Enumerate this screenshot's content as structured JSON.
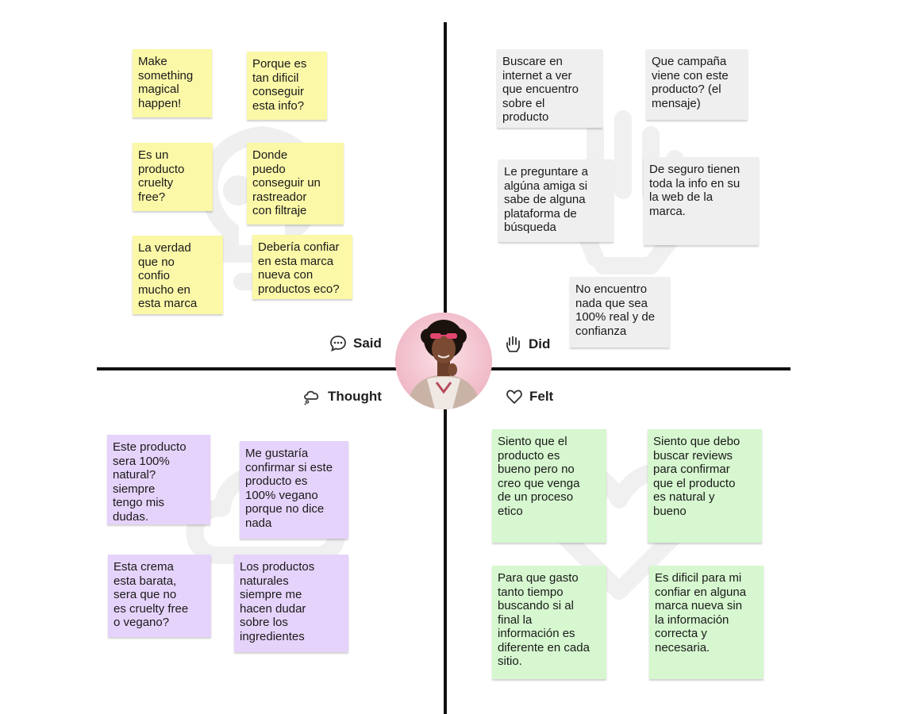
{
  "quadrants": {
    "said": {
      "label": "Said",
      "icon": "speech-bubble-icon",
      "color": "#fbf8a8"
    },
    "did": {
      "label": "Did",
      "icon": "hand-icon",
      "color": "#efefef"
    },
    "thought": {
      "label": "Thought",
      "icon": "thought-cloud-icon",
      "color": "#e6d3fb"
    },
    "felt": {
      "label": "Felt",
      "icon": "heart-icon",
      "color": "#d6f7cf"
    }
  },
  "notes": {
    "said": [
      "Make\nsomething\nmagical\nhappen!",
      "Porque es\ntan dificil\nconseguir\nesta info?",
      "Es un\nproducto\ncruelty\nfree?",
      "Donde\npuedo\nconseguir un\nrastreador\ncon filtraje",
      "La verdad\nque no\nconfio\nmucho en\nesta marca",
      "Debería confiar\nen esta marca\nnueva con\nproductos eco?"
    ],
    "did": [
      "Buscare en\ninternet a ver\nque encuentro\nsobre el\nproducto",
      "Que campaña\nviene con este\nproducto? (el\nmensaje)",
      "Le preguntare a\nalgúna amiga si\nsabe de alguna\nplataforma de\nbúsqueda",
      "De seguro tienen\ntoda la info en su\nla web de la\nmarca.",
      "No encuentro\nnada que sea\n100% real y de\nconfianza"
    ],
    "thought": [
      "Este producto\nsera 100%\nnatural?\nsiempre\ntengo mis\ndudas.",
      "Me gustaría\nconfirmar si este\nproducto es\n100% vegano\nporque no dice\nnada",
      "Esta crema\nesta barata,\nsera que no\nes cruelty free\no vegano?",
      "Los productos\nnaturales\nsiempre me\nhacen dudar\nsobre los\ningredientes"
    ],
    "felt": [
      "Siento que el\nproducto es\nbueno pero no\ncreo que venga\nde un proceso\netico",
      "Siento que debo\nbuscar reviews\npara confirmar\nque el producto\nes natural y\nbueno",
      "Para que gasto\ntanto tiempo\nbuscando si al\nfinal la\ninformación es\ndiferente en cada\nsitio.",
      "Es dificil para mi\nconfiar en alguna\nmarca nueva sin\nla información\ncorrecta y\nnecesaria."
    ]
  },
  "center": {
    "icon": "user-avatar",
    "accent": "#f0a7bd"
  }
}
